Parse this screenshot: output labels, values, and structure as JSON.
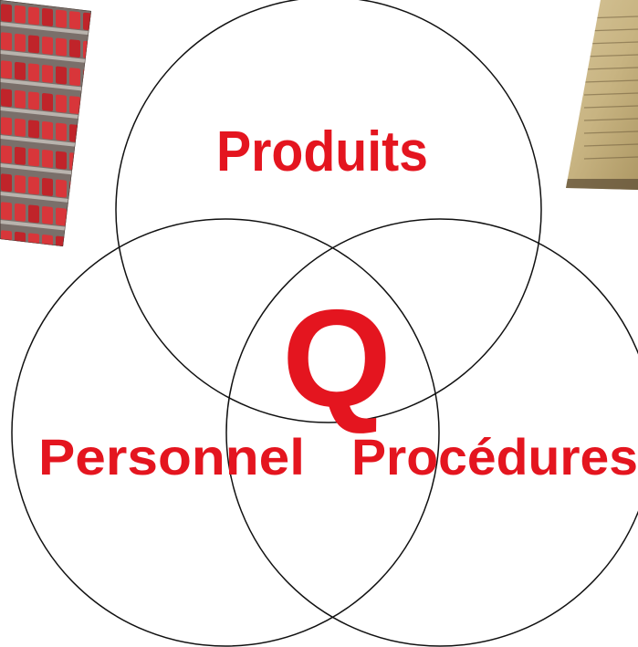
{
  "diagram": {
    "type": "venn",
    "labels": {
      "top": "Produits",
      "bottom_left": "Personnel",
      "bottom_right": "Procédures",
      "center": "Q"
    },
    "colors": {
      "label": "#e4151f",
      "outline": "#111111",
      "background": "#ffffff"
    }
  },
  "photos": [
    {
      "name": "warehouse-shelves-photo",
      "description_icon": "photo-icon"
    },
    {
      "name": "old-document-photo",
      "description_icon": "photo-icon"
    }
  ]
}
